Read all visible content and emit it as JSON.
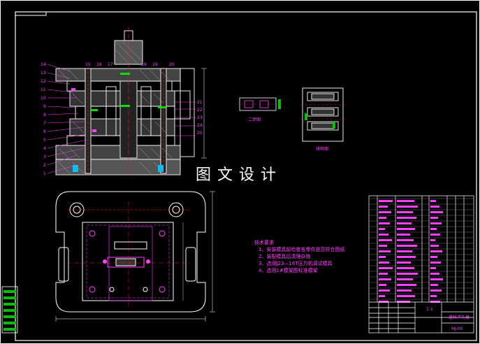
{
  "sheet": {
    "background": "#000000",
    "line_color": "#ffffff",
    "accent_magenta": "#ff40ff",
    "accent_red": "#ff2020",
    "accent_green": "#00e000",
    "accent_cyan": "#00ffff"
  },
  "watermark": "图文设计",
  "section_views": {
    "strip_label": "二步图",
    "part_label": "排样图"
  },
  "tech_requirements": {
    "title": "技术要求",
    "lines": [
      "1、安装模具前检查各零件是否符合图纸",
      "2、装配模具后清理杂物",
      "3、选用J23—16T压力机调试模具",
      "4、选用1#模架图标准模架"
    ]
  },
  "callouts_left": [
    "14",
    "13",
    "12",
    "11",
    "10",
    "9",
    "8",
    "7",
    "6",
    "5",
    "4",
    "3",
    "2",
    "1"
  ],
  "callouts_top": [
    "15",
    "16",
    "17",
    "18",
    "19",
    "20"
  ],
  "callouts_right": [
    "21",
    "22",
    "23",
    "24",
    "25"
  ],
  "title_block": {
    "scale_text": "1:1",
    "drawing_no": "MJ-00",
    "name": "落料冲孔模"
  }
}
